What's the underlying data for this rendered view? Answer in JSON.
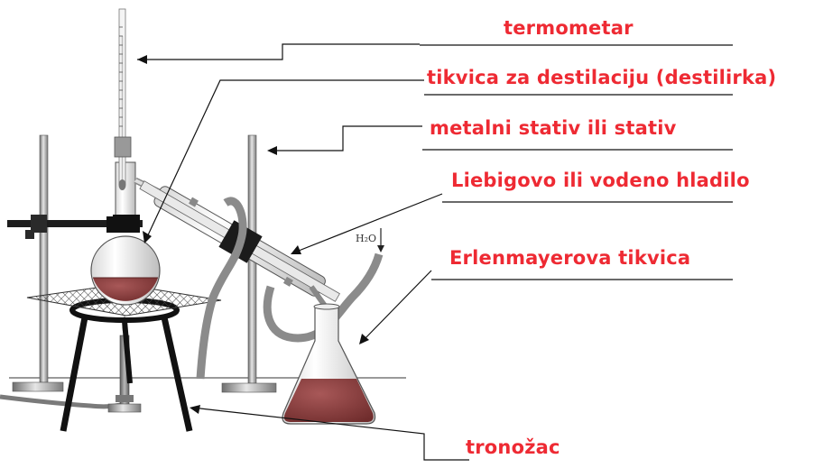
{
  "labels": {
    "thermometer": "termometar",
    "flask": "tikvica za destilaciju (destilirka)",
    "stand": "metalni stativ ili stativ",
    "condenser": "Liebigovo ili vodeno hladilo",
    "erlenmeyer": "Erlenmayerova tikvica",
    "tripod": "tronožac"
  },
  "water_label": "H₂O",
  "colors": {
    "label_text": "#ee2a33",
    "liquid": "#8a3b3b",
    "glass_outline": "#555555",
    "metal": "#9a9a9a",
    "tube": "#7a7a7a"
  }
}
